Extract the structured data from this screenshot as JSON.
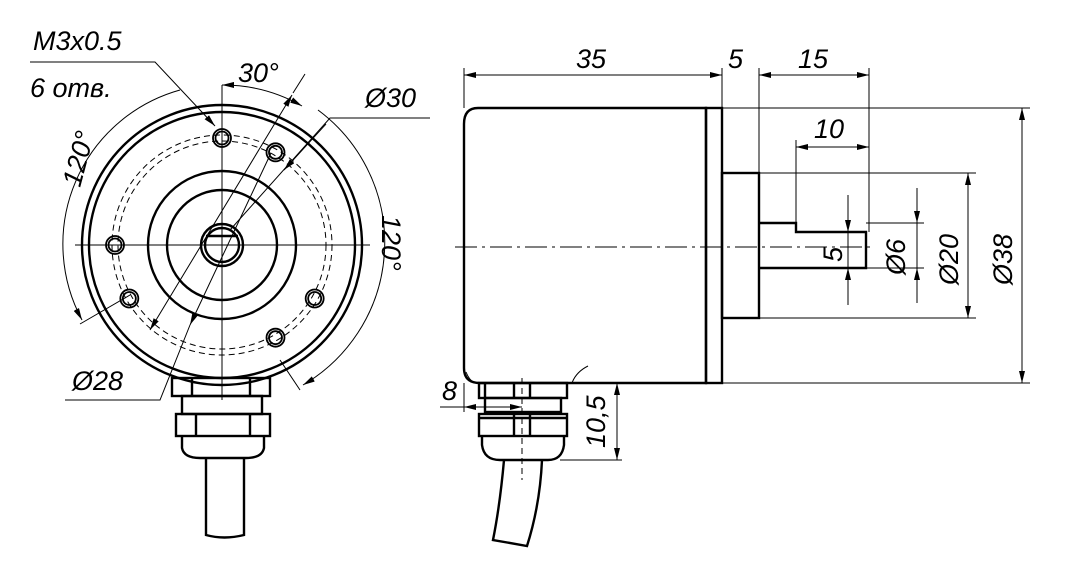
{
  "front_view": {
    "thread_label": "M3x0.5",
    "holes_label": "6 отв.",
    "angle_30": "30°",
    "angle_120_left": "120°",
    "angle_120_right": "120°",
    "dia_30": "Ø30",
    "dia_28": "Ø28"
  },
  "side_view": {
    "len_35": "35",
    "len_5": "5",
    "len_15": "15",
    "len_10": "10",
    "flat_5": "5",
    "dia_6": "Ø6",
    "dia_20": "Ø20",
    "dia_38": "Ø38",
    "offset_8": "8",
    "height_10_5": "10,5"
  }
}
